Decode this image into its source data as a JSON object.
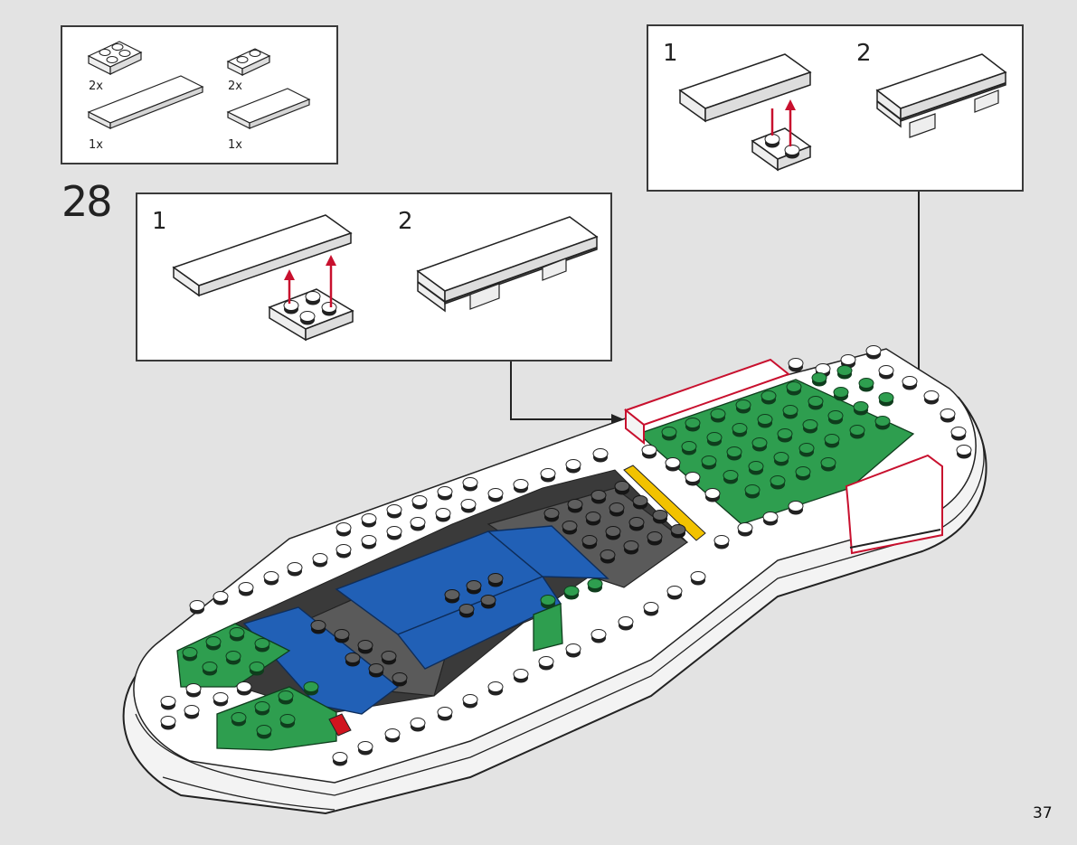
{
  "step": {
    "number": "28"
  },
  "parts": [
    {
      "id": "plate-2x2",
      "qty": "2x"
    },
    {
      "id": "plate-1x2",
      "qty": "2x"
    },
    {
      "id": "tile-2x6",
      "qty": "1x"
    },
    {
      "id": "tile-2x4",
      "qty": "1x"
    }
  ],
  "callout_left": {
    "sub1": "1",
    "sub2": "2"
  },
  "callout_right": {
    "sub1": "1",
    "sub2": "2"
  },
  "page": {
    "number": "37"
  },
  "colors": {
    "arrow": "#c8102e",
    "green": "#2e9e4f",
    "blue": "#2160b6",
    "dark": "#5a5a5a",
    "outline": "#222222"
  }
}
